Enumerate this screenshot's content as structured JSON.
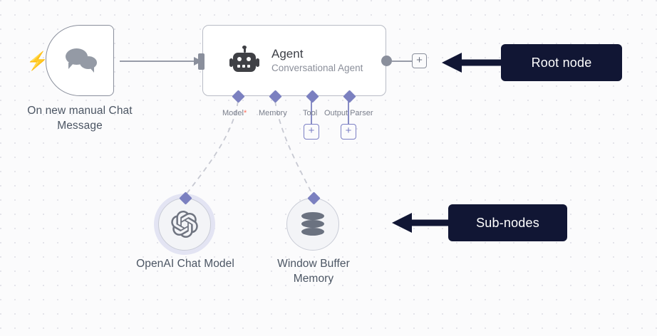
{
  "canvas": {
    "background_color": "#fbfbfc",
    "grid_dot_color": "#e4e4ea"
  },
  "nodes": {
    "trigger": {
      "caption": "On new manual Chat Message",
      "icon": "chat-bubbles-icon",
      "badge_icon": "lightning-bolt-icon",
      "badge_color": "#ff6d5a",
      "border_color": "#8a8f9c"
    },
    "agent": {
      "title": "Agent",
      "subtitle": "Conversational Agent",
      "icon": "robot-icon",
      "border_color": "#b9bcc6",
      "ports": [
        {
          "label": "Model",
          "required": true,
          "required_marker": "*",
          "has_plus": false
        },
        {
          "label": "Memory",
          "required": false,
          "required_marker": "",
          "has_plus": false
        },
        {
          "label": "Tool",
          "required": false,
          "required_marker": "",
          "has_plus": true
        },
        {
          "label": "Output Parser",
          "required": false,
          "required_marker": "",
          "has_plus": true
        }
      ],
      "add_button_label": "+"
    },
    "openai": {
      "caption": "OpenAI Chat Model",
      "icon": "openai-logo-icon",
      "selected": true
    },
    "memory": {
      "caption": "Window Buffer Memory",
      "icon": "database-icon",
      "selected": false
    }
  },
  "annotations": {
    "root": {
      "label": "Root node",
      "background": "#111634",
      "text_color": "#ffffff"
    },
    "sub": {
      "label": "Sub-nodes",
      "background": "#111634",
      "text_color": "#ffffff"
    }
  },
  "connector_colors": {
    "main_wire": "#8a8f9c",
    "sub_wire": "#c7c9d2",
    "diamond": "#7b80c0"
  }
}
